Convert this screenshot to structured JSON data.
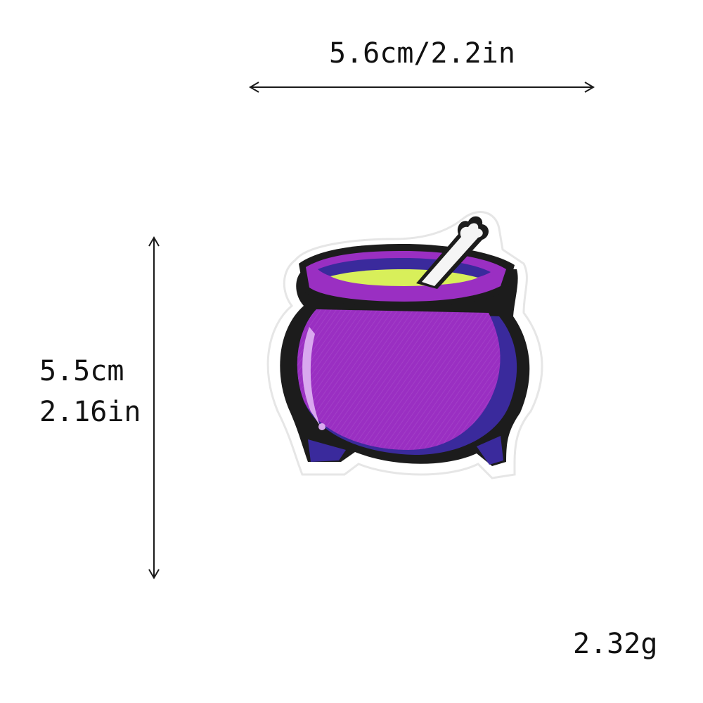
{
  "dimensions": {
    "width_label": "5.6cm/2.2in",
    "height_cm": "5.5cm",
    "height_in": "2.16in"
  },
  "weight_label": "2.32g",
  "colors": {
    "outline": "#1c1c1c",
    "cauldron_purple": "#9a2fc2",
    "cauldron_shadow": "#3a2a9c",
    "potion": "#d8ef5a",
    "highlight": "#d9a8ef",
    "bone": "#f5f5f5",
    "backing": "#ffffff",
    "arrow": "#1a1a1a"
  },
  "icons": [
    "double-headed-arrow-horizontal",
    "double-headed-arrow-vertical",
    "cauldron-patch"
  ]
}
